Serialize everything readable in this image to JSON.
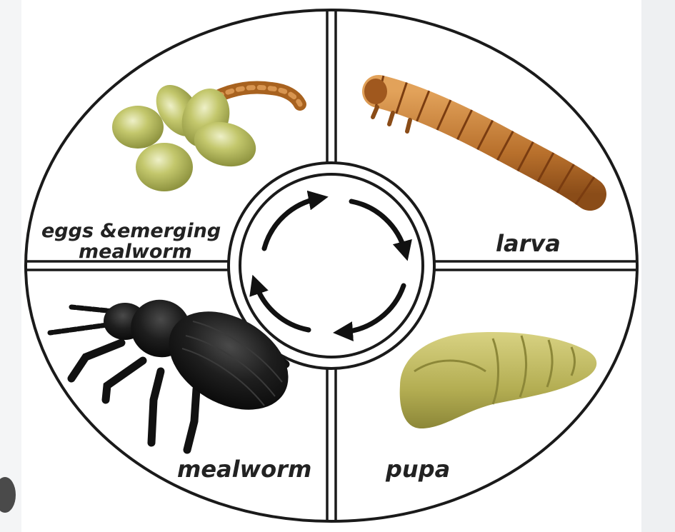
{
  "title": "",
  "stages": [
    {
      "label_line1": "eggs &emerging",
      "label_line2": "mealworm",
      "icon": "eggs-with-emerging-larva"
    },
    {
      "label_line1": "larva",
      "label_line2": "",
      "icon": "mealworm-larva"
    },
    {
      "label_line1": "pupa",
      "label_line2": "",
      "icon": "mealworm-pupa"
    },
    {
      "label_line1": "mealworm",
      "label_line2": "",
      "icon": "darkling-beetle"
    }
  ],
  "center": {
    "icon": "cycle-arrows"
  },
  "colors": {
    "outline": "#1a1a1a",
    "egg": "#b5ba5e",
    "larva": "#b8702c",
    "pupa": "#b3ad52",
    "beetle": "#161616"
  }
}
